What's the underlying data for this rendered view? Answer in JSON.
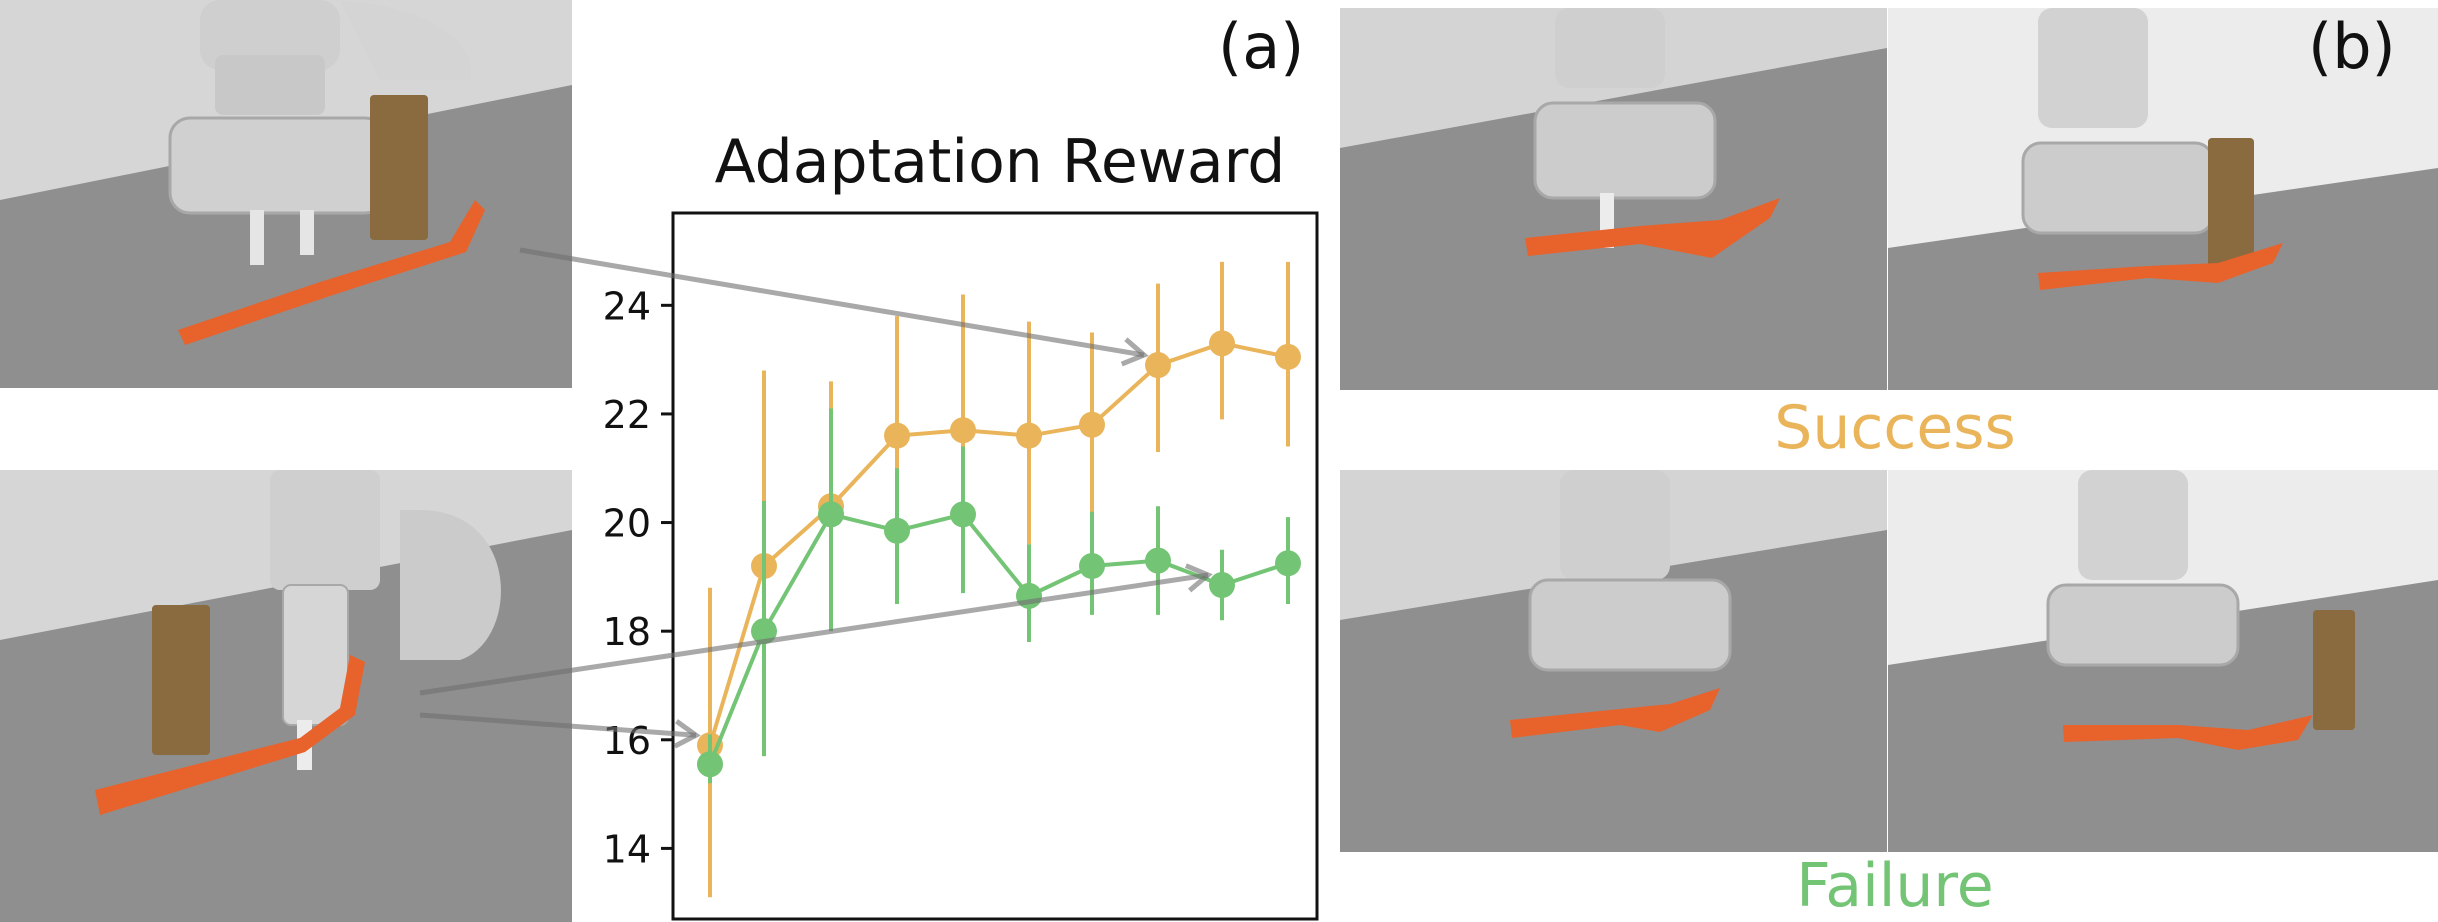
{
  "panel_labels": {
    "a": "(a)",
    "b": "(b)"
  },
  "outcome_labels": {
    "success": "Success",
    "failure": "Failure"
  },
  "colors": {
    "success": "#eab55a",
    "failure": "#74c476",
    "tool": "#e8622c",
    "floor": "#8f8f8f",
    "wall": "#d9d9d9",
    "robot": "#cfcfcf",
    "cylinder": "#8a6a3f"
  },
  "chart_data": {
    "type": "line",
    "title": "Adaptation Reward",
    "xlabel": "",
    "ylabel": "",
    "ylim": [
      12.7,
      25.7
    ],
    "y_ticks": [
      14,
      16,
      18,
      20,
      22,
      24
    ],
    "x": [
      0,
      1,
      2,
      3,
      4,
      5,
      6,
      7,
      8,
      9
    ],
    "x_ticks_shown": false,
    "grid": false,
    "legend": "none",
    "series": [
      {
        "color": "#eab55a",
        "values": [
          15.9,
          19.2,
          20.3,
          21.6,
          21.7,
          21.6,
          21.8,
          22.9,
          23.3,
          23.05
        ],
        "err_low": [
          13.1,
          15.7,
          18.0,
          19.7,
          19.7,
          19.6,
          19.8,
          21.3,
          21.9,
          21.4
        ],
        "err_high": [
          18.8,
          22.8,
          22.6,
          23.8,
          24.2,
          23.7,
          23.5,
          24.4,
          24.8,
          24.8
        ]
      },
      {
        "color": "#74c476",
        "values": [
          15.55,
          18.0,
          20.15,
          19.85,
          20.15,
          18.65,
          19.2,
          19.3,
          18.85,
          19.25
        ],
        "err_low": [
          15.2,
          15.7,
          18.0,
          18.5,
          18.7,
          17.8,
          18.3,
          18.3,
          18.2,
          18.5
        ],
        "err_high": [
          16.1,
          20.4,
          22.1,
          21.0,
          21.4,
          19.6,
          20.2,
          20.3,
          19.5,
          20.1
        ]
      }
    ],
    "annotations": [
      {
        "from_panel": "top-left",
        "to_series": 0,
        "to_index": 7
      },
      {
        "from_panel": "bottom-left",
        "to_series": 0,
        "to_index": 0
      },
      {
        "from_panel": "bottom-left",
        "to_series": 1,
        "to_index": 8
      }
    ]
  }
}
